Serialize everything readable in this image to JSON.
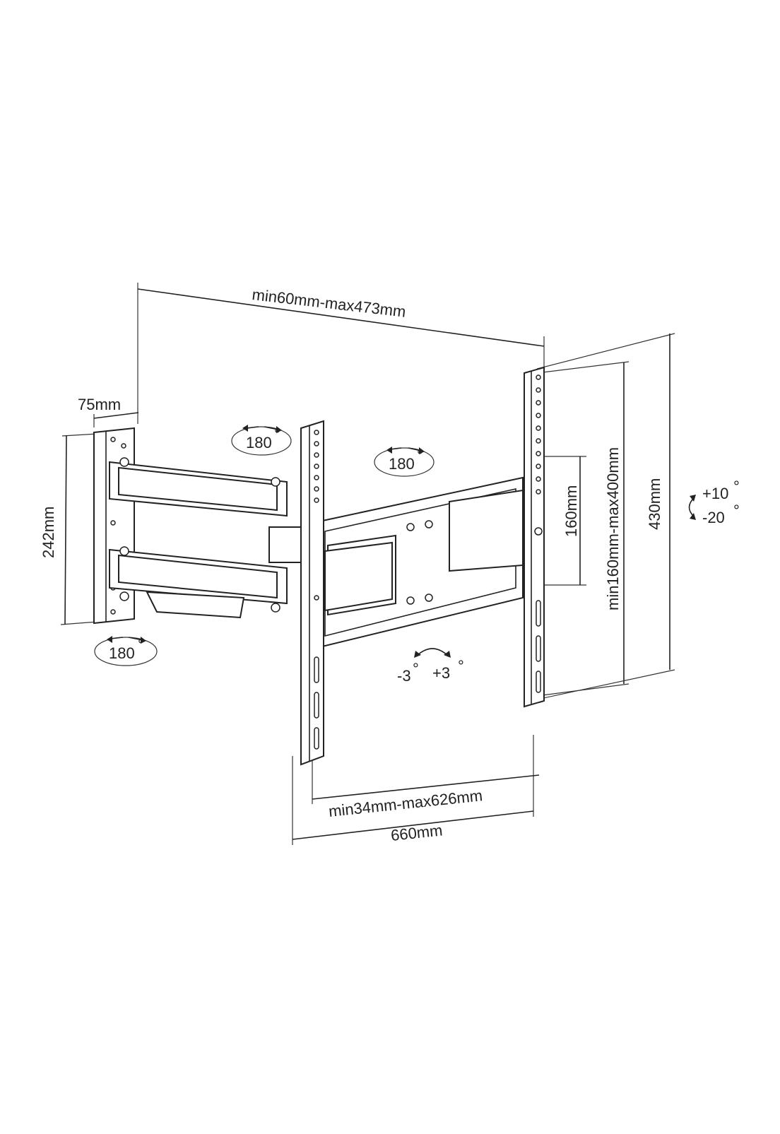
{
  "dimensions": {
    "arm_extension": "min60mm-max473mm",
    "wall_plate_width": "75mm",
    "wall_plate_height": "242mm",
    "vesa_horizontal": "min34mm-max626mm",
    "overall_width": "660mm",
    "vesa_vertical_small": "160mm",
    "vesa_vertical": "min160mm-max400mm",
    "overall_height": "430mm"
  },
  "rotations": {
    "wall_swivel": "180",
    "arm_swivel": "180",
    "head_swivel": "180",
    "tilt_up": "+10",
    "tilt_down": "-20",
    "level_minus": "-3",
    "level_plus": "+3",
    "degree_symbol": "°"
  },
  "icons": [
    "swivel-arrow-icon",
    "tilt-arrow-icon",
    "rotation-arrow-icon"
  ]
}
